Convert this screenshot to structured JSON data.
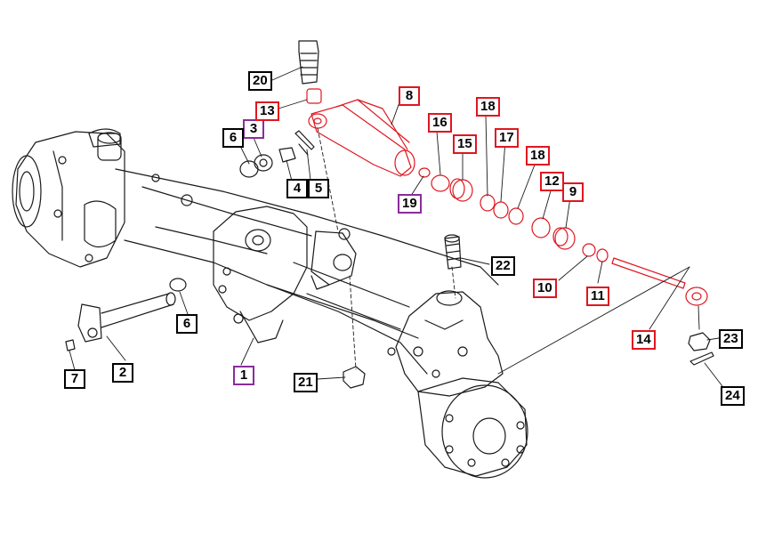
{
  "colors": {
    "line": "#1a1a1a",
    "highlight": "#e0161f",
    "purple": "#8a2d9a"
  },
  "callouts": [
    {
      "id": "c1",
      "text": "1",
      "color": "purple"
    },
    {
      "id": "c2",
      "text": "2",
      "color": "black"
    },
    {
      "id": "c3",
      "text": "3",
      "color": "purple"
    },
    {
      "id": "c4",
      "text": "4",
      "color": "black"
    },
    {
      "id": "c5",
      "text": "5",
      "color": "black"
    },
    {
      "id": "c6a",
      "text": "6",
      "color": "black"
    },
    {
      "id": "c6b",
      "text": "6",
      "color": "black"
    },
    {
      "id": "c7",
      "text": "7",
      "color": "black"
    },
    {
      "id": "c8",
      "text": "8",
      "color": "red"
    },
    {
      "id": "c9",
      "text": "9",
      "color": "red"
    },
    {
      "id": "c10",
      "text": "10",
      "color": "red"
    },
    {
      "id": "c11",
      "text": "11",
      "color": "red"
    },
    {
      "id": "c12",
      "text": "12",
      "color": "red"
    },
    {
      "id": "c13",
      "text": "13",
      "color": "red"
    },
    {
      "id": "c14",
      "text": "14",
      "color": "red"
    },
    {
      "id": "c15",
      "text": "15",
      "color": "red"
    },
    {
      "id": "c16",
      "text": "16",
      "color": "red"
    },
    {
      "id": "c17",
      "text": "17",
      "color": "red"
    },
    {
      "id": "c18a",
      "text": "18",
      "color": "red"
    },
    {
      "id": "c18b",
      "text": "18",
      "color": "red"
    },
    {
      "id": "c19",
      "text": "19",
      "color": "purple"
    },
    {
      "id": "c20",
      "text": "20",
      "color": "black"
    },
    {
      "id": "c21",
      "text": "21",
      "color": "black"
    },
    {
      "id": "c22",
      "text": "22",
      "color": "black"
    },
    {
      "id": "c23",
      "text": "23",
      "color": "black"
    },
    {
      "id": "c24",
      "text": "24",
      "color": "black"
    }
  ]
}
